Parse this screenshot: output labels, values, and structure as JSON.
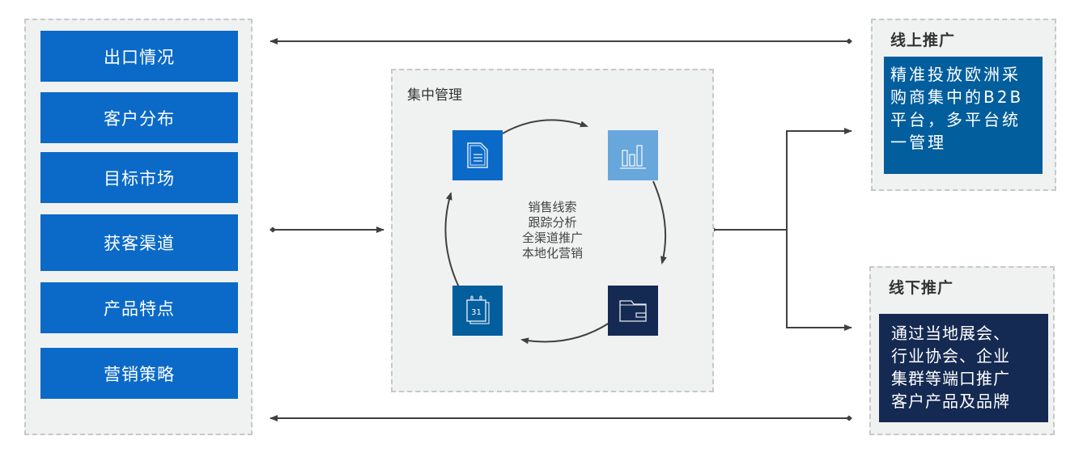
{
  "left_panel": {
    "items": [
      {
        "label": "出口情况"
      },
      {
        "label": "客户分布"
      },
      {
        "label": "目标市场"
      },
      {
        "label": "获客渠道"
      },
      {
        "label": "产品特点"
      },
      {
        "label": "营销策略"
      }
    ]
  },
  "center_panel": {
    "title": "集中管理",
    "center_lines": [
      "销售线索",
      "跟踪分析",
      "全渠道推广",
      "本地化营销"
    ],
    "tiles": [
      {
        "icon": "document-icon",
        "color": "#0B6AC8"
      },
      {
        "icon": "bar-chart-icon",
        "color": "#67A7DB"
      },
      {
        "icon": "folder-icon",
        "color": "#152A52"
      },
      {
        "icon": "calendar-icon",
        "color": "#025E9D",
        "text": "31"
      }
    ]
  },
  "online_panel": {
    "title": "线上推广",
    "body_lines": [
      "精准投放欧洲采",
      "购商集中的B2B",
      "平台，多平台统",
      "一管理"
    ]
  },
  "offline_panel": {
    "title": "线下推广",
    "body_lines": [
      "通过当地展会、",
      "行业协会、企业",
      "集群等端口推广",
      "客户产品及品牌"
    ]
  },
  "colors": {
    "item_blue": "#0B6AC8",
    "online_body": "#025E9D",
    "offline_body": "#152A52",
    "panel_bg": "#F0F1F1",
    "connector": "#404040"
  }
}
